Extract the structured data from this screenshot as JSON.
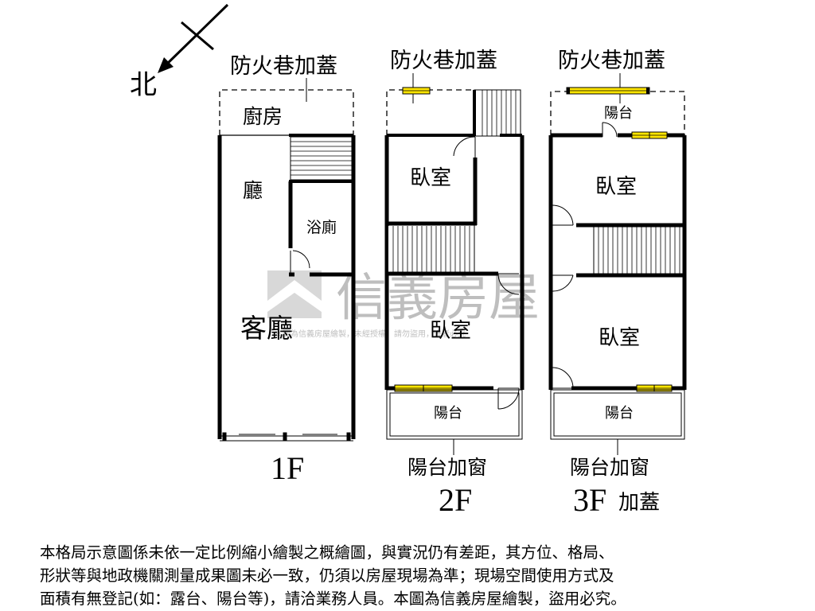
{
  "compass": {
    "north": "北"
  },
  "floor1": {
    "floor": "1F",
    "top_label": "防火巷加蓋",
    "kitchen": "廚房",
    "hall": "廳",
    "bath": "浴廁",
    "living": "客廳"
  },
  "floor2": {
    "floor": "2F",
    "top_label": "防火巷加蓋",
    "bedroom_top": "臥室",
    "bedroom_bottom": "臥室",
    "balcony": "陽台",
    "bottom_label": "陽台加窗"
  },
  "floor3": {
    "floor": "3F",
    "floor_suffix": "加蓋",
    "top_label": "防火巷加蓋",
    "balcony_top": "陽台",
    "bedroom_top": "臥室",
    "bedroom_bottom": "臥室",
    "balcony": "陽台",
    "bottom_label": "陽台加窗"
  },
  "watermark": {
    "brand": "信義房屋",
    "small": "本圖為信義房屋繪製，未經授權，請勿盜用，違者必究"
  },
  "disclaimer": [
    "本格局示意圖係未依一定比例縮小繪製之概繪圖，與實況仍有差距，其方位、格局、",
    "形狀等與地政機關測量成果圖未必一致，仍須以房屋現場為準；現場空間使用方式及",
    "面積有無登記(如：露台、陽台等)，請洽業務人員。本圖為信義房屋繪製，盜用必究。"
  ]
}
